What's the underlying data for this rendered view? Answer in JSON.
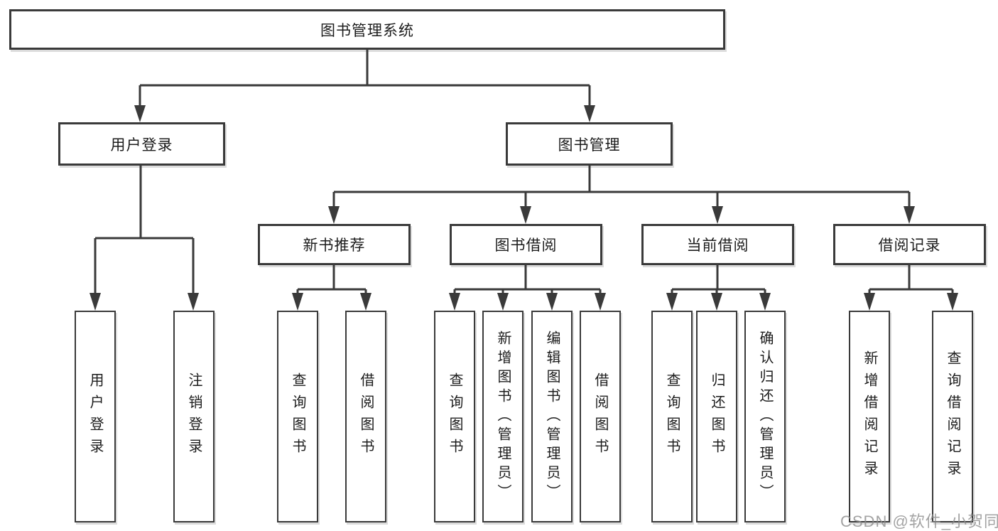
{
  "tree": {
    "root": "图书管理系统",
    "branches": [
      {
        "label": "用户登录",
        "children": [
          "用户登录",
          "注销登录"
        ]
      },
      {
        "label": "图书管理",
        "groups": [
          {
            "label": "新书推荐",
            "children": [
              "查询图书",
              "借阅图书"
            ]
          },
          {
            "label": "图书借阅",
            "children": [
              "查询图书",
              "新增图书（管理员）",
              "编辑图书（管理员）",
              "借阅图书"
            ]
          },
          {
            "label": "当前借阅",
            "children": [
              "查询图书",
              "归还图书",
              "确认归还（管理员）"
            ]
          },
          {
            "label": "借阅记录",
            "children": [
              "新增借阅记录",
              "查询借阅记录"
            ]
          }
        ]
      }
    ]
  },
  "watermark": "CSDN @软件_小贺同学",
  "colors": {
    "line": "#3a3a3a",
    "box_border": "#3a3a3a",
    "text": "#1c1c1c",
    "watermark": "#8c8c8c",
    "background": "#ffffff"
  }
}
